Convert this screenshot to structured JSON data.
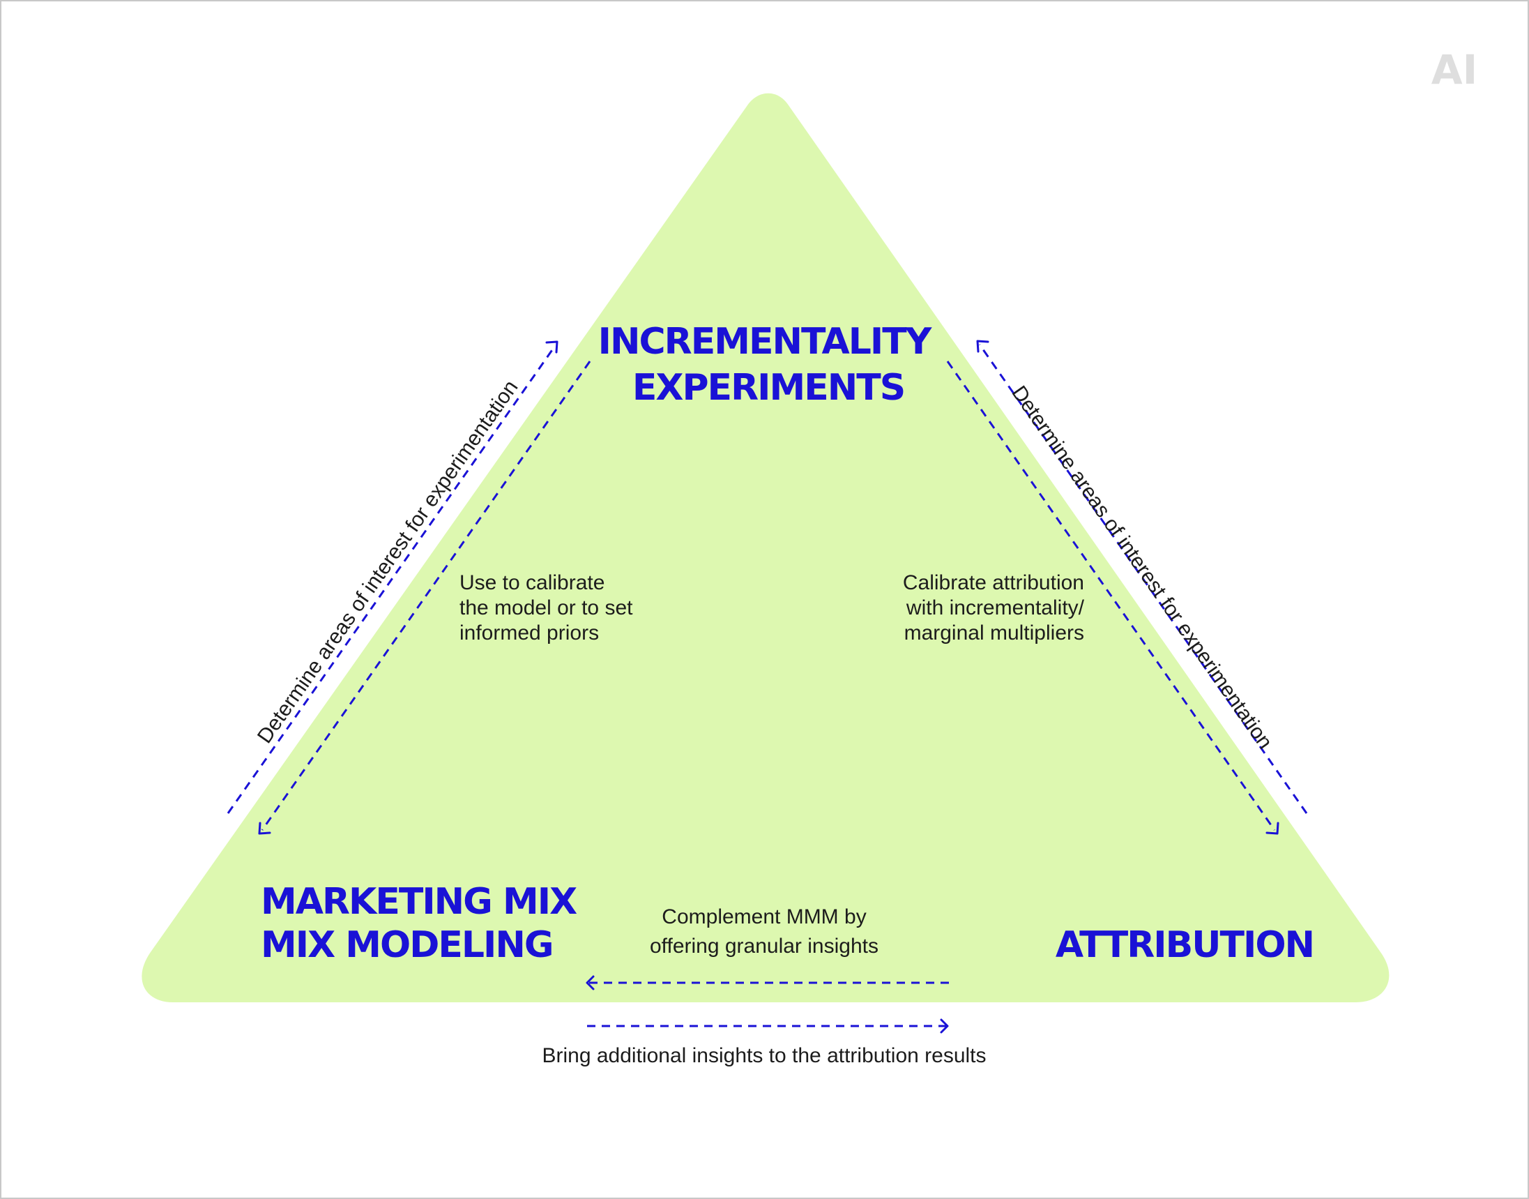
{
  "logo_text": "AI",
  "colors": {
    "triangle_fill": "#ddf8b0",
    "accent_blue": "#1a12d6",
    "text_dark": "#1c1c1c",
    "logo_gray": "#dedede",
    "frame": "#c8c8c8"
  },
  "nodes": {
    "top": {
      "line1": "INCREMENTALITY",
      "line2": "EXPERIMENTS"
    },
    "left": {
      "line1": "MARKETING MIX",
      "line2": "MIX MODELING"
    },
    "right": {
      "line1": "ATTRIBUTION"
    }
  },
  "edges": {
    "outer_left": "Determine areas of interest for experimentation",
    "outer_right": "Determine areas of interest for experimentation",
    "inner_left": {
      "line1": "Use to calibrate",
      "line2": "the model or to set",
      "line3": "informed priors"
    },
    "inner_right": {
      "line1": "Calibrate attribution",
      "line2": "with incrementality/",
      "line3": "marginal multipliers"
    },
    "inner_bottom": {
      "line1": "Complement MMM by",
      "line2": "offering granular insights"
    },
    "outer_bottom": "Bring additional insights to the attribution results"
  }
}
